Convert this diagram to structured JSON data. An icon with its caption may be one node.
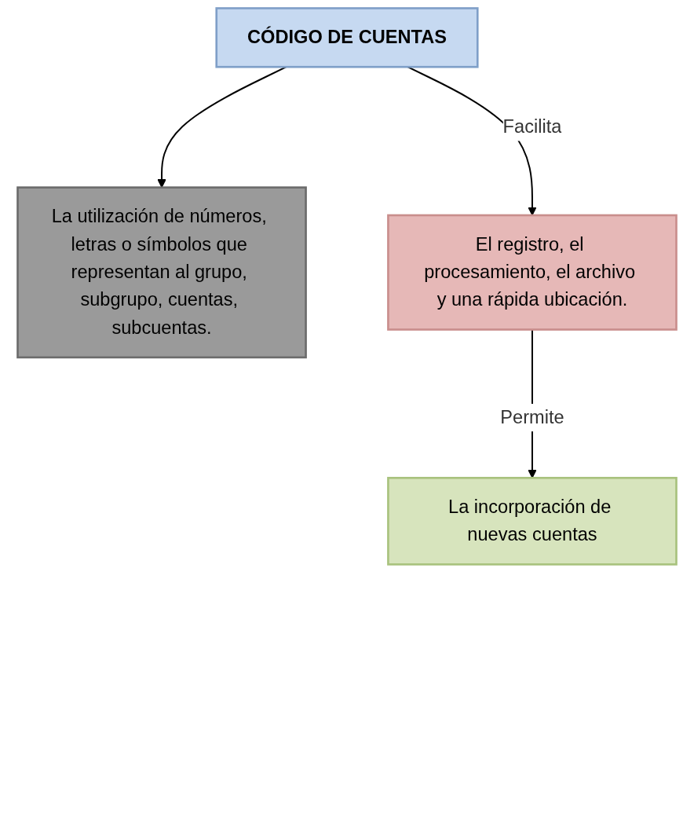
{
  "diagram": {
    "nodes": [
      {
        "text": [
          "CÓDIGO DE CUENTAS"
        ]
      },
      {
        "text": [
          "La utilización de números, letras o símbolos que representan al grupo, subgrupo, cuentas, subcuentas."
        ]
      },
      {
        "text": [
          "El registro, el procesamiento, el archivo y una rápida ubicación."
        ]
      },
      {
        "text": [
          "La incorporación de nuevas cuentas"
        ]
      }
    ],
    "edges": [
      {
        "from": 0,
        "to": 1,
        "arrow": "to"
      },
      {
        "from": 0,
        "to": 2,
        "arrow": "to",
        "label": "Facilita"
      },
      {
        "from": 2,
        "to": 3,
        "arrow": "to",
        "label": "Permite"
      }
    ]
  }
}
